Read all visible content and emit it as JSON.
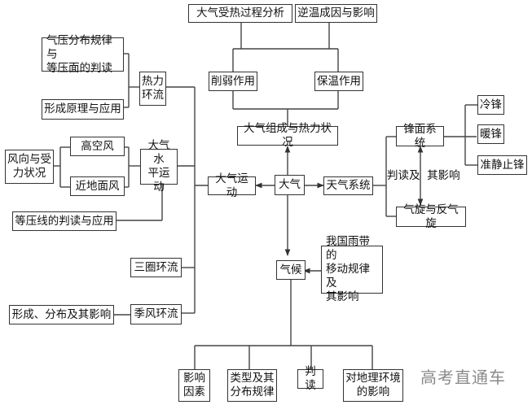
{
  "diagram": {
    "center": "大气",
    "top": {
      "thermal_state": "大气组成与热力状况",
      "weakening": "削弱作用",
      "insulation": "保温作用",
      "heating_process": "大气受热过程分析",
      "inversion": "逆温成因与影响"
    },
    "left": {
      "motion": "大气运动",
      "thermal_circulation": "热力环流",
      "pressure_distribution": "气压分布规律与\n等压面的判读",
      "formation_principle": "形成原理与应用",
      "horizontal_motion": "大气水\n平运动",
      "upper_wind": "高空风",
      "surface_wind": "近地面风",
      "wind_forces": "风向与受\n力状况",
      "isobar_reading": "等压线的判读与应用",
      "three_cells": "三圈环流",
      "monsoon": "季风环流",
      "monsoon_effects": "形成、分布及其影响"
    },
    "right": {
      "weather_systems": "天气系统",
      "front_systems": "锋面系统",
      "cold_front": "冷锋",
      "warm_front": "暖锋",
      "stationary_front": "准静止锋",
      "cyclones": "气旋与反气旋",
      "reading_label": "判读及  其影响"
    },
    "bottom": {
      "climate": "气候",
      "rain_belt": "我国雨带的\n移动规律及\n其影响",
      "factors": "影响\n因素",
      "types": "类型及其\n分布规律",
      "reading": "判读",
      "geo_impact": "对地理环境\n的影响"
    },
    "watermark": "高考直通车"
  }
}
